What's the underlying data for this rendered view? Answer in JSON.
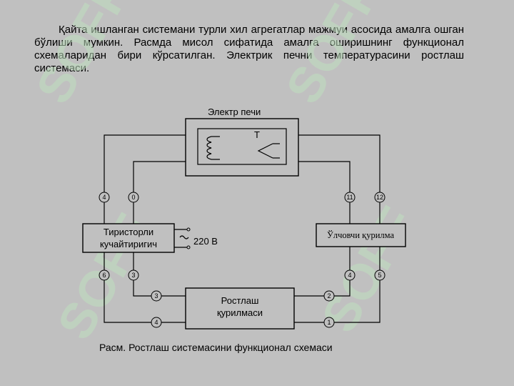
{
  "paragraph": "Қайта ишланган системани турли хил агрегатлар мажмуи асосида амалга ошган бўлиши мумкин. Расмда мисол сифатида амалга оширишнинг функционал схемаларидан бири кўрсатилган. Электрик печни температурасини ростлаш системаси.",
  "furnace": {
    "label": "Электр печи",
    "t_label": "Т"
  },
  "thyristor": {
    "line1": "Тиристорли",
    "line2": "кучайтиригич"
  },
  "measuring": {
    "label": "Ўлчовчи қурилма"
  },
  "regulator": {
    "line1": "Ростлаш",
    "line2": "қурилмаси"
  },
  "supply": {
    "label": "220 В"
  },
  "terminals": {
    "t_left_outer_top": "4",
    "t_left_inner_top": "0",
    "t_right_inner_top": "11",
    "t_right_outer_top": "12",
    "t_left_outer_bottom": "6",
    "t_left_inner_bottom": "3",
    "t_right_inner_bottom": "4",
    "t_right_outer_bottom": "5",
    "t_reg_left_upper": "3",
    "t_reg_left_lower": "4",
    "t_reg_right_upper": "2",
    "t_reg_right_lower": "1"
  },
  "caption": "Расм. Ростлаш системасини функционал схемаси",
  "watermark": {
    "text": "SOFF",
    "color": "#bfe0bf"
  }
}
